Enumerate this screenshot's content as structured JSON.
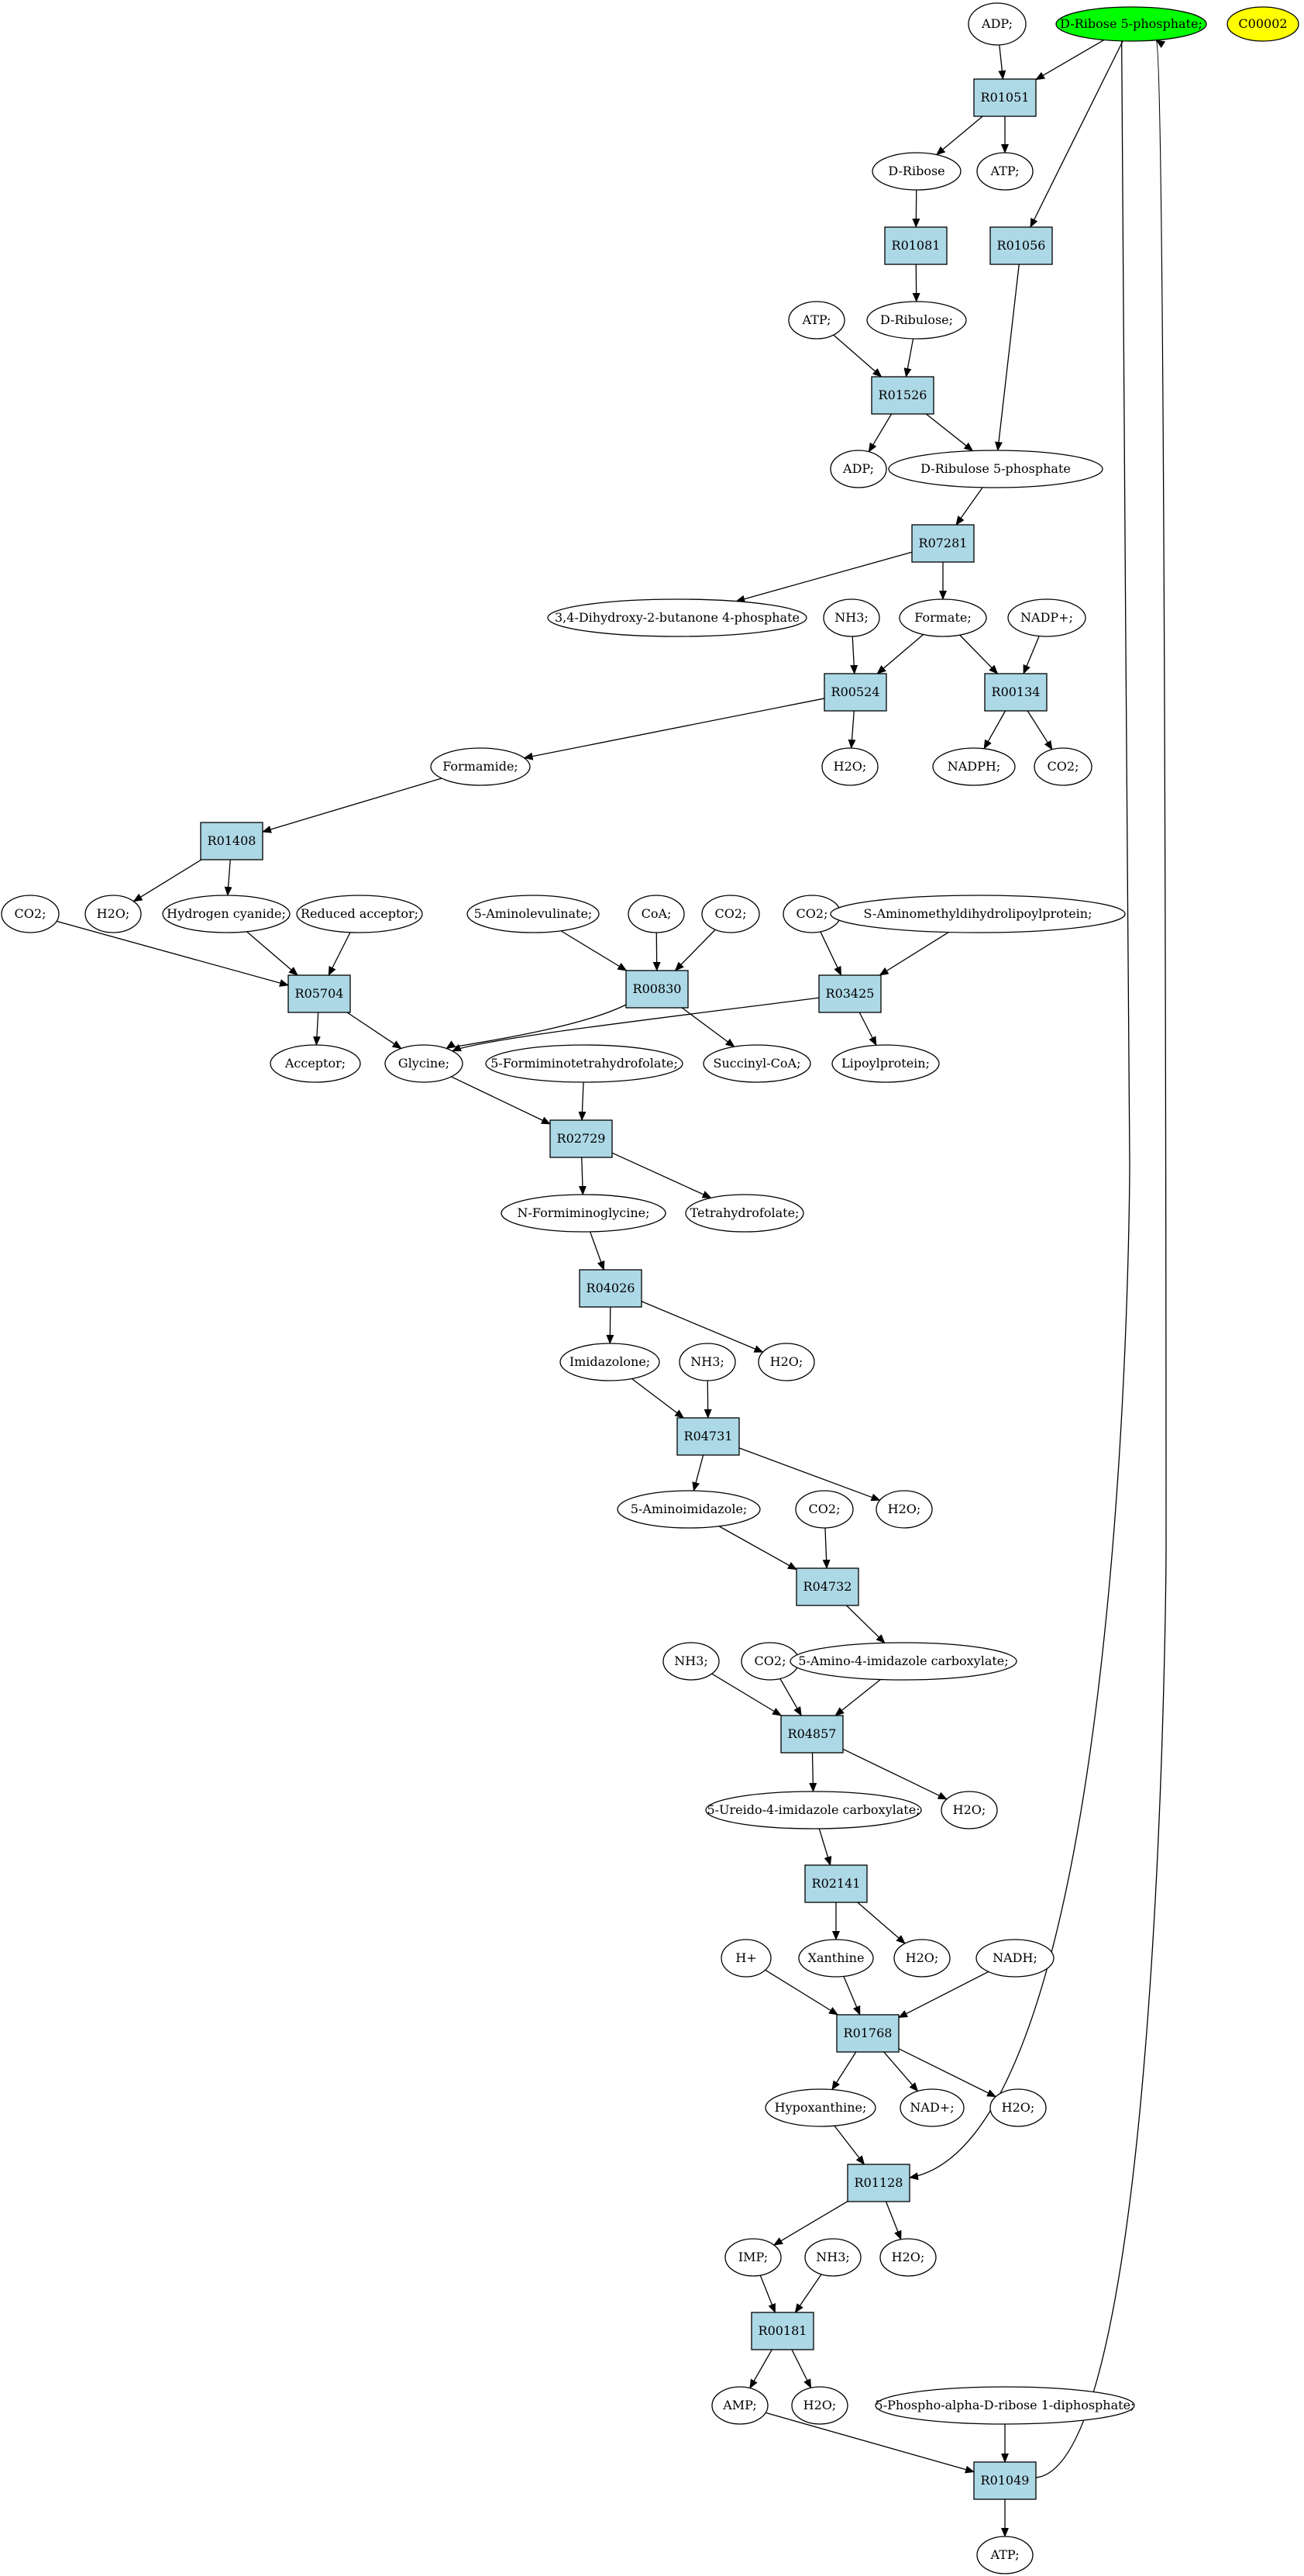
{
  "colors": {
    "reaction_fill": "#add8e6",
    "compound_fill": "#ffffff",
    "highlight_green": "#00ff00",
    "highlight_yellow": "#ffff00",
    "stroke": "#000000"
  },
  "nodes": [
    {
      "id": "adp1",
      "kind": "compound",
      "label": "ADP;"
    },
    {
      "id": "r5p",
      "kind": "compound",
      "label": "D-Ribose 5-phosphate;",
      "fill": "highlight_green"
    },
    {
      "id": "c00002",
      "kind": "compound",
      "label": "C00002",
      "fill": "highlight_yellow"
    },
    {
      "id": "R01051",
      "kind": "reaction",
      "label": "R01051"
    },
    {
      "id": "dribose",
      "kind": "compound",
      "label": "D-Ribose"
    },
    {
      "id": "atp1",
      "kind": "compound",
      "label": "ATP;"
    },
    {
      "id": "R01081",
      "kind": "reaction",
      "label": "R01081"
    },
    {
      "id": "R01056",
      "kind": "reaction",
      "label": "R01056"
    },
    {
      "id": "atp2",
      "kind": "compound",
      "label": "ATP;"
    },
    {
      "id": "dribulose",
      "kind": "compound",
      "label": "D-Ribulose;"
    },
    {
      "id": "R01526",
      "kind": "reaction",
      "label": "R01526"
    },
    {
      "id": "adp2",
      "kind": "compound",
      "label": "ADP;"
    },
    {
      "id": "ru5p",
      "kind": "compound",
      "label": "D-Ribulose 5-phosphate"
    },
    {
      "id": "R07281",
      "kind": "reaction",
      "label": "R07281"
    },
    {
      "id": "dhbp",
      "kind": "compound",
      "label": "3,4-Dihydroxy-2-butanone 4-phosphate"
    },
    {
      "id": "nh3a",
      "kind": "compound",
      "label": "NH3;"
    },
    {
      "id": "formate",
      "kind": "compound",
      "label": "Formate;"
    },
    {
      "id": "nadp",
      "kind": "compound",
      "label": "NADP+;"
    },
    {
      "id": "R00524",
      "kind": "reaction",
      "label": "R00524"
    },
    {
      "id": "R00134",
      "kind": "reaction",
      "label": "R00134"
    },
    {
      "id": "formamide",
      "kind": "compound",
      "label": "Formamide;"
    },
    {
      "id": "h2o_a",
      "kind": "compound",
      "label": "H2O;"
    },
    {
      "id": "nadph",
      "kind": "compound",
      "label": "NADPH;"
    },
    {
      "id": "co2a",
      "kind": "compound",
      "label": "CO2;"
    },
    {
      "id": "R01408",
      "kind": "reaction",
      "label": "R01408"
    },
    {
      "id": "co2b",
      "kind": "compound",
      "label": "CO2;"
    },
    {
      "id": "h2o_b",
      "kind": "compound",
      "label": "H2O;"
    },
    {
      "id": "hcn",
      "kind": "compound",
      "label": "Hydrogen cyanide;"
    },
    {
      "id": "redacc",
      "kind": "compound",
      "label": "Reduced acceptor;"
    },
    {
      "id": "ala",
      "kind": "compound",
      "label": "5-Aminolevulinate;"
    },
    {
      "id": "coa",
      "kind": "compound",
      "label": "CoA;"
    },
    {
      "id": "co2c",
      "kind": "compound",
      "label": "CO2;"
    },
    {
      "id": "co2d",
      "kind": "compound",
      "label": "CO2;"
    },
    {
      "id": "amdlp",
      "kind": "compound",
      "label": "S-Aminomethyldihydrolipoylprotein;"
    },
    {
      "id": "R05704",
      "kind": "reaction",
      "label": "R05704"
    },
    {
      "id": "R00830",
      "kind": "reaction",
      "label": "R00830"
    },
    {
      "id": "R03425",
      "kind": "reaction",
      "label": "R03425"
    },
    {
      "id": "acceptor",
      "kind": "compound",
      "label": "Acceptor;"
    },
    {
      "id": "glycine",
      "kind": "compound",
      "label": "Glycine;"
    },
    {
      "id": "fithf",
      "kind": "compound",
      "label": "5-Formiminotetrahydrofolate;"
    },
    {
      "id": "succoa",
      "kind": "compound",
      "label": "Succinyl-CoA;"
    },
    {
      "id": "lipo",
      "kind": "compound",
      "label": "Lipoylprotein;"
    },
    {
      "id": "R02729",
      "kind": "reaction",
      "label": "R02729"
    },
    {
      "id": "nfg",
      "kind": "compound",
      "label": "N-Formiminoglycine;"
    },
    {
      "id": "thf",
      "kind": "compound",
      "label": "Tetrahydrofolate;"
    },
    {
      "id": "R04026",
      "kind": "reaction",
      "label": "R04026"
    },
    {
      "id": "imid",
      "kind": "compound",
      "label": "Imidazolone;"
    },
    {
      "id": "nh3b",
      "kind": "compound",
      "label": "NH3;"
    },
    {
      "id": "h2o_c",
      "kind": "compound",
      "label": "H2O;"
    },
    {
      "id": "R04731",
      "kind": "reaction",
      "label": "R04731"
    },
    {
      "id": "aim",
      "kind": "compound",
      "label": "5-Aminoimidazole;"
    },
    {
      "id": "co2e",
      "kind": "compound",
      "label": "CO2;"
    },
    {
      "id": "h2o_d",
      "kind": "compound",
      "label": "H2O;"
    },
    {
      "id": "R04732",
      "kind": "reaction",
      "label": "R04732"
    },
    {
      "id": "nh3c",
      "kind": "compound",
      "label": "NH3;"
    },
    {
      "id": "co2f",
      "kind": "compound",
      "label": "CO2;"
    },
    {
      "id": "aic",
      "kind": "compound",
      "label": "5-Amino-4-imidazole carboxylate;"
    },
    {
      "id": "R04857",
      "kind": "reaction",
      "label": "R04857"
    },
    {
      "id": "uic",
      "kind": "compound",
      "label": "5-Ureido-4-imidazole carboxylate;"
    },
    {
      "id": "h2o_e",
      "kind": "compound",
      "label": "H2O;"
    },
    {
      "id": "R02141",
      "kind": "reaction",
      "label": "R02141"
    },
    {
      "id": "hplus",
      "kind": "compound",
      "label": "H+"
    },
    {
      "id": "xanthine",
      "kind": "compound",
      "label": "Xanthine"
    },
    {
      "id": "h2o_f",
      "kind": "compound",
      "label": "H2O;"
    },
    {
      "id": "nadh",
      "kind": "compound",
      "label": "NADH;"
    },
    {
      "id": "R01768",
      "kind": "reaction",
      "label": "R01768"
    },
    {
      "id": "hypox",
      "kind": "compound",
      "label": "Hypoxanthine;"
    },
    {
      "id": "nadplus",
      "kind": "compound",
      "label": "NAD+;"
    },
    {
      "id": "h2o_g",
      "kind": "compound",
      "label": "H2O;"
    },
    {
      "id": "R01128",
      "kind": "reaction",
      "label": "R01128"
    },
    {
      "id": "imp",
      "kind": "compound",
      "label": "IMP;"
    },
    {
      "id": "nh3d",
      "kind": "compound",
      "label": "NH3;"
    },
    {
      "id": "h2o_h",
      "kind": "compound",
      "label": "H2O;"
    },
    {
      "id": "R00181",
      "kind": "reaction",
      "label": "R00181"
    },
    {
      "id": "amp",
      "kind": "compound",
      "label": "AMP;"
    },
    {
      "id": "h2o_i",
      "kind": "compound",
      "label": "H2O;"
    },
    {
      "id": "prpp",
      "kind": "compound",
      "label": "5-Phospho-alpha-D-ribose 1-diphosphate;"
    },
    {
      "id": "R01049",
      "kind": "reaction",
      "label": "R01049"
    },
    {
      "id": "atp3",
      "kind": "compound",
      "label": "ATP;"
    }
  ],
  "edges": [
    [
      "adp1",
      "R01051"
    ],
    [
      "r5p",
      "R01051"
    ],
    [
      "R01051",
      "dribose"
    ],
    [
      "R01051",
      "atp1"
    ],
    [
      "dribose",
      "R01081"
    ],
    [
      "r5p",
      "R01056"
    ],
    [
      "R01081",
      "dribulose"
    ],
    [
      "atp2",
      "R01526"
    ],
    [
      "dribulose",
      "R01526"
    ],
    [
      "R01526",
      "adp2"
    ],
    [
      "R01526",
      "ru5p"
    ],
    [
      "R01056",
      "ru5p"
    ],
    [
      "ru5p",
      "R07281"
    ],
    [
      "R07281",
      "dhbp"
    ],
    [
      "R07281",
      "formate"
    ],
    [
      "nh3a",
      "R00524"
    ],
    [
      "formate",
      "R00524"
    ],
    [
      "formate",
      "R00134"
    ],
    [
      "nadp",
      "R00134"
    ],
    [
      "R00524",
      "formamide"
    ],
    [
      "R00524",
      "h2o_a"
    ],
    [
      "R00134",
      "nadph"
    ],
    [
      "R00134",
      "co2a"
    ],
    [
      "formamide",
      "R01408"
    ],
    [
      "R01408",
      "h2o_b"
    ],
    [
      "R01408",
      "hcn"
    ],
    [
      "co2b",
      "R05704"
    ],
    [
      "hcn",
      "R05704"
    ],
    [
      "redacc",
      "R05704"
    ],
    [
      "ala",
      "R00830"
    ],
    [
      "coa",
      "R00830"
    ],
    [
      "co2c",
      "R00830"
    ],
    [
      "co2d",
      "R03425"
    ],
    [
      "amdlp",
      "R03425"
    ],
    [
      "R05704",
      "acceptor"
    ],
    [
      "R05704",
      "glycine"
    ],
    [
      "R00830",
      "glycine"
    ],
    [
      "R00830",
      "succoa"
    ],
    [
      "R03425",
      "glycine"
    ],
    [
      "R03425",
      "lipo"
    ],
    [
      "glycine",
      "R02729"
    ],
    [
      "fithf",
      "R02729"
    ],
    [
      "R02729",
      "nfg"
    ],
    [
      "R02729",
      "thf"
    ],
    [
      "nfg",
      "R04026"
    ],
    [
      "R04026",
      "imid"
    ],
    [
      "R04026",
      "h2o_c"
    ],
    [
      "imid",
      "R04731"
    ],
    [
      "nh3b",
      "R04731"
    ],
    [
      "R04731",
      "aim"
    ],
    [
      "R04731",
      "h2o_d"
    ],
    [
      "aim",
      "R04732"
    ],
    [
      "co2e",
      "R04732"
    ],
    [
      "R04732",
      "aic"
    ],
    [
      "nh3c",
      "R04857"
    ],
    [
      "co2f",
      "R04857"
    ],
    [
      "aic",
      "R04857"
    ],
    [
      "R04857",
      "uic"
    ],
    [
      "R04857",
      "h2o_e"
    ],
    [
      "uic",
      "R02141"
    ],
    [
      "R02141",
      "xanthine"
    ],
    [
      "R02141",
      "h2o_f"
    ],
    [
      "hplus",
      "R01768"
    ],
    [
      "xanthine",
      "R01768"
    ],
    [
      "nadh",
      "R01768"
    ],
    [
      "R01768",
      "hypox"
    ],
    [
      "R01768",
      "nadplus"
    ],
    [
      "R01768",
      "h2o_g"
    ],
    [
      "hypox",
      "R01128"
    ],
    [
      "r5p",
      "R01128"
    ],
    [
      "R01128",
      "imp"
    ],
    [
      "R01128",
      "h2o_h"
    ],
    [
      "imp",
      "R00181"
    ],
    [
      "nh3d",
      "R00181"
    ],
    [
      "R00181",
      "amp"
    ],
    [
      "R00181",
      "h2o_i"
    ],
    [
      "amp",
      "R01049"
    ],
    [
      "prpp",
      "R01049"
    ],
    [
      "R01049",
      "atp3"
    ],
    [
      "R01049",
      "r5p"
    ]
  ]
}
